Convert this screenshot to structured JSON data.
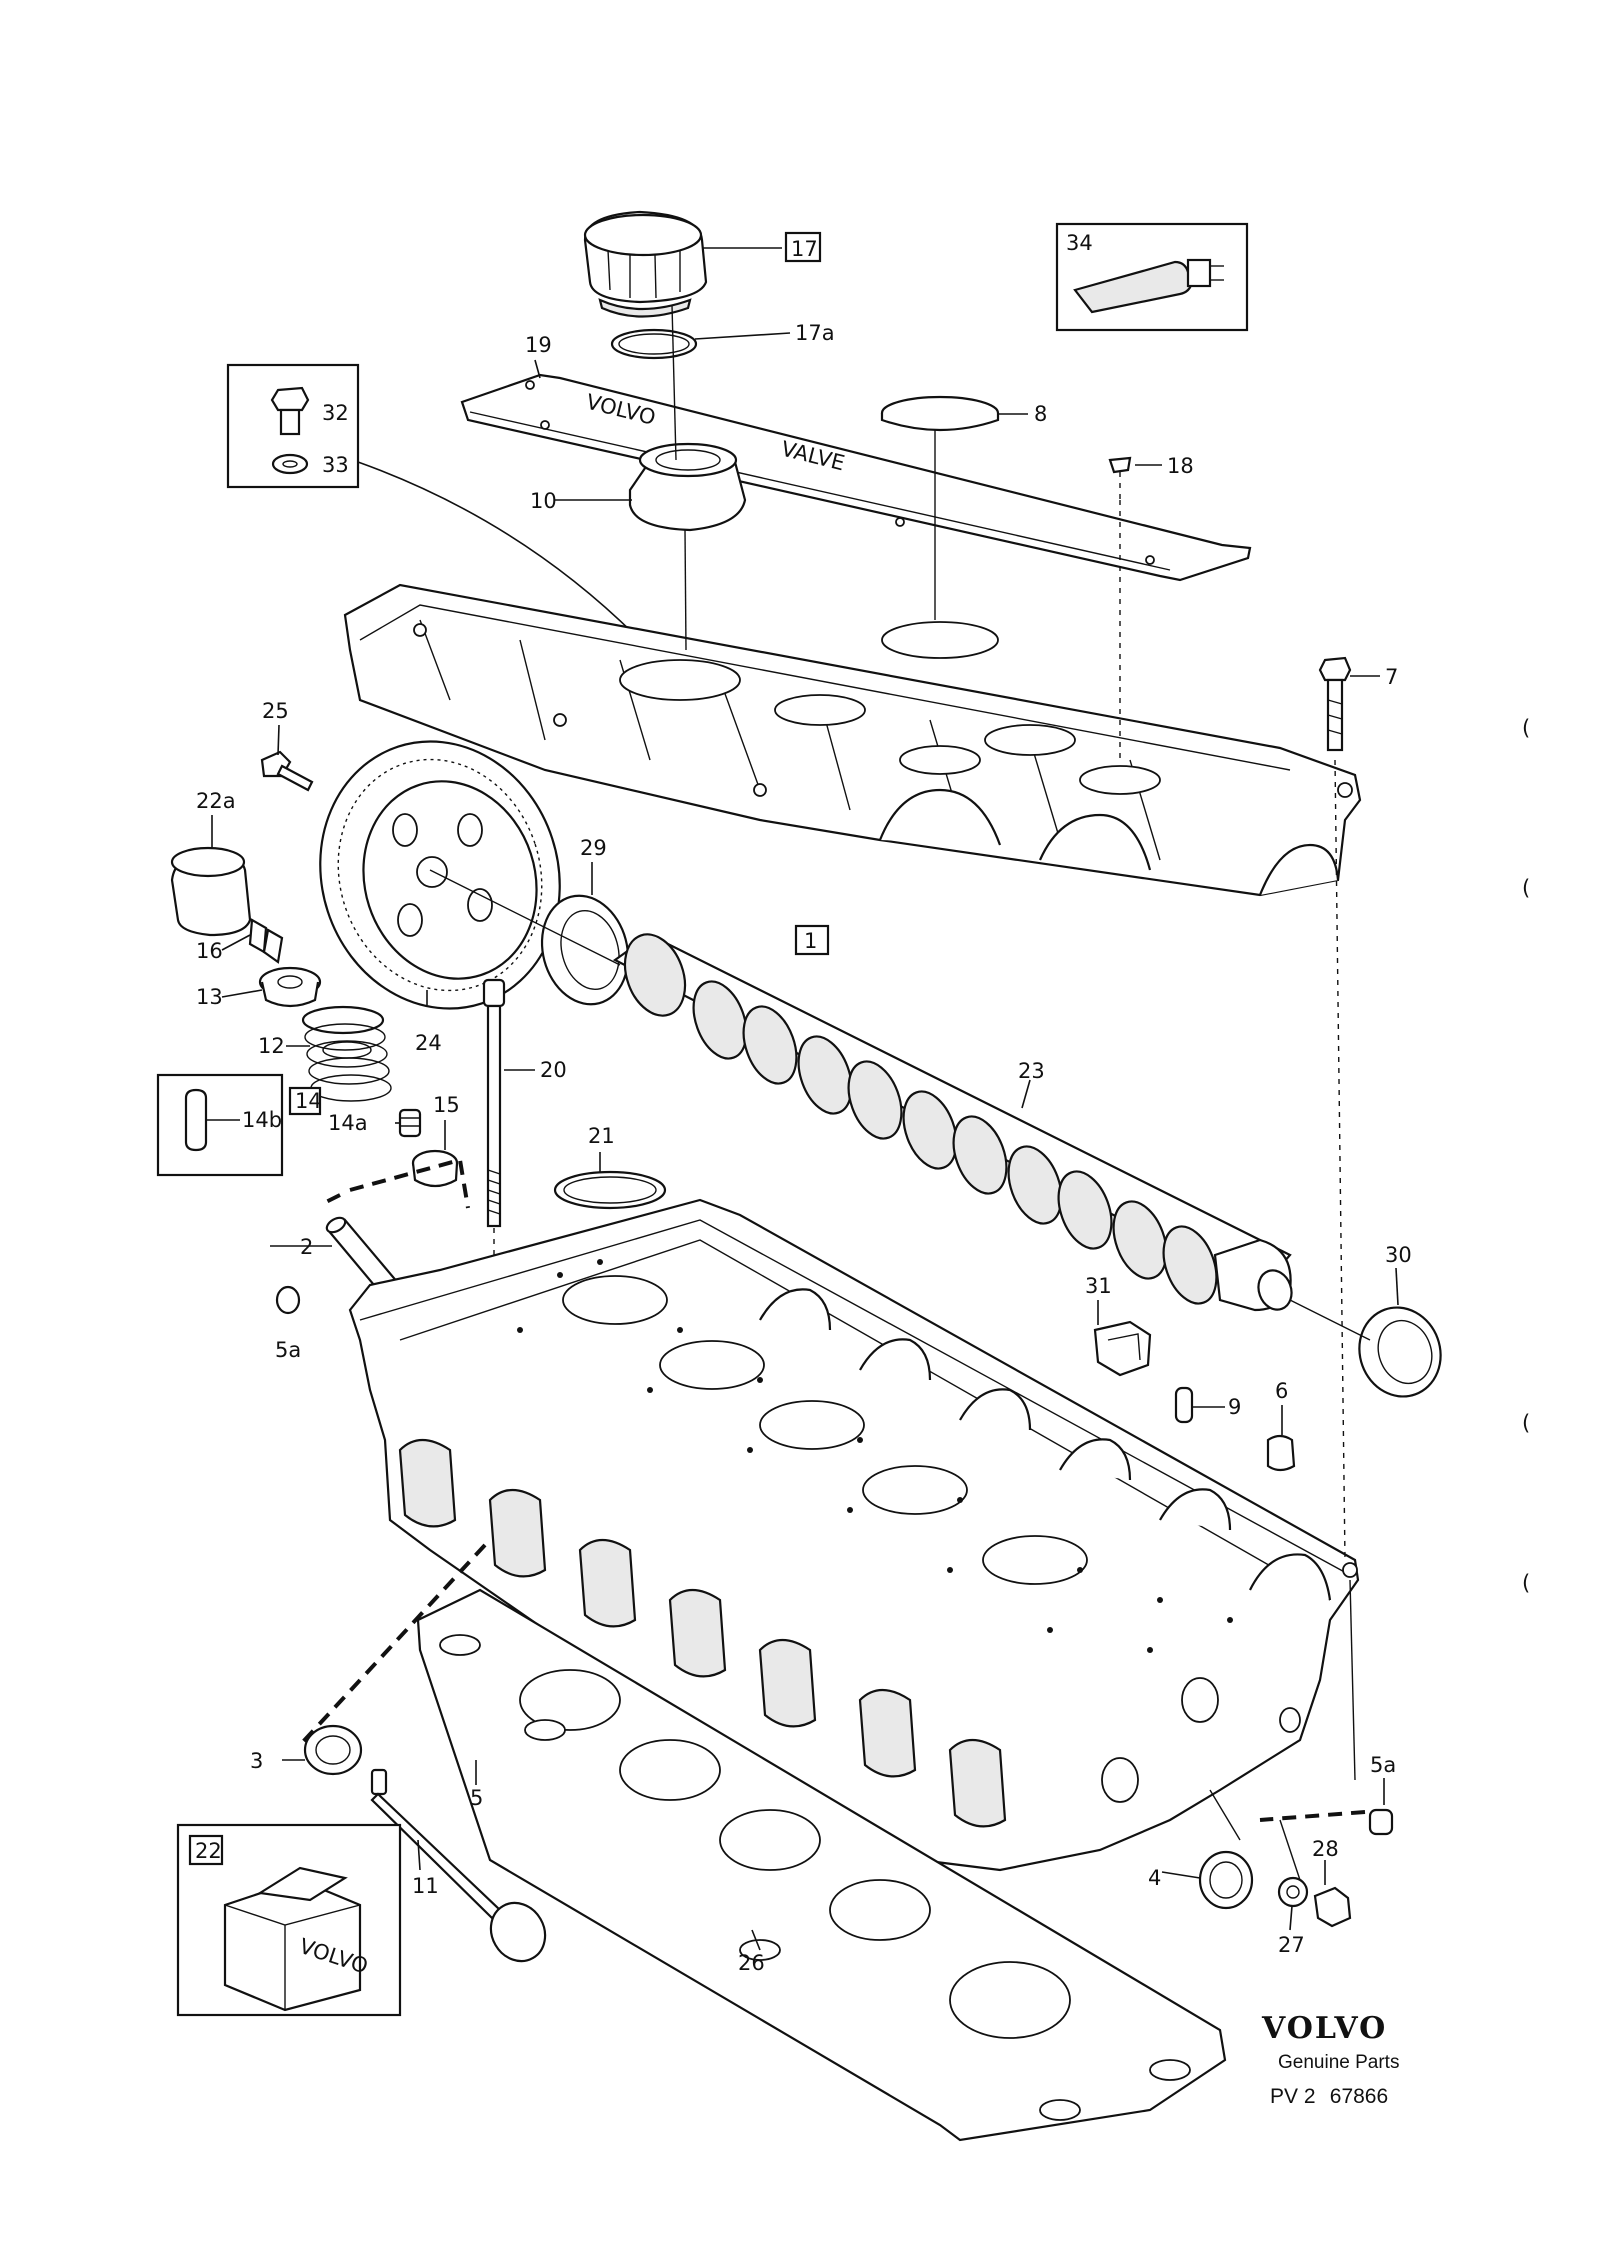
{
  "diagram": {
    "labels": {
      "p17": "17",
      "p17a": "17a",
      "p34": "34",
      "p19": "19",
      "p8": "8",
      "p32": "32",
      "p33": "33",
      "p10": "10",
      "p18": "18",
      "p7": "7",
      "p25": "25",
      "p22a": "22a",
      "p29": "29",
      "p1": "1",
      "p16": "16",
      "p13": "13",
      "p24": "24",
      "p12": "12",
      "p20": "20",
      "p23": "23",
      "p14": "14",
      "p14a": "14a",
      "p15": "15",
      "p14b": "14b",
      "p21": "21",
      "p2": "2",
      "p30": "30",
      "p5a_left": "5a",
      "p31": "31",
      "p9": "9",
      "p6": "6",
      "p3": "3",
      "p5": "5",
      "p5a_right": "5a",
      "p22": "22",
      "p11": "11",
      "p4": "4",
      "p28": "28",
      "p27": "27",
      "p26": "26"
    },
    "box_carton_text": "VOLVO",
    "margin_marks": [
      "(",
      "(",
      "(",
      "("
    ]
  },
  "footer": {
    "brand": "VOLVO",
    "subtitle": "Genuine Parts",
    "code": "PV 2   67866"
  }
}
